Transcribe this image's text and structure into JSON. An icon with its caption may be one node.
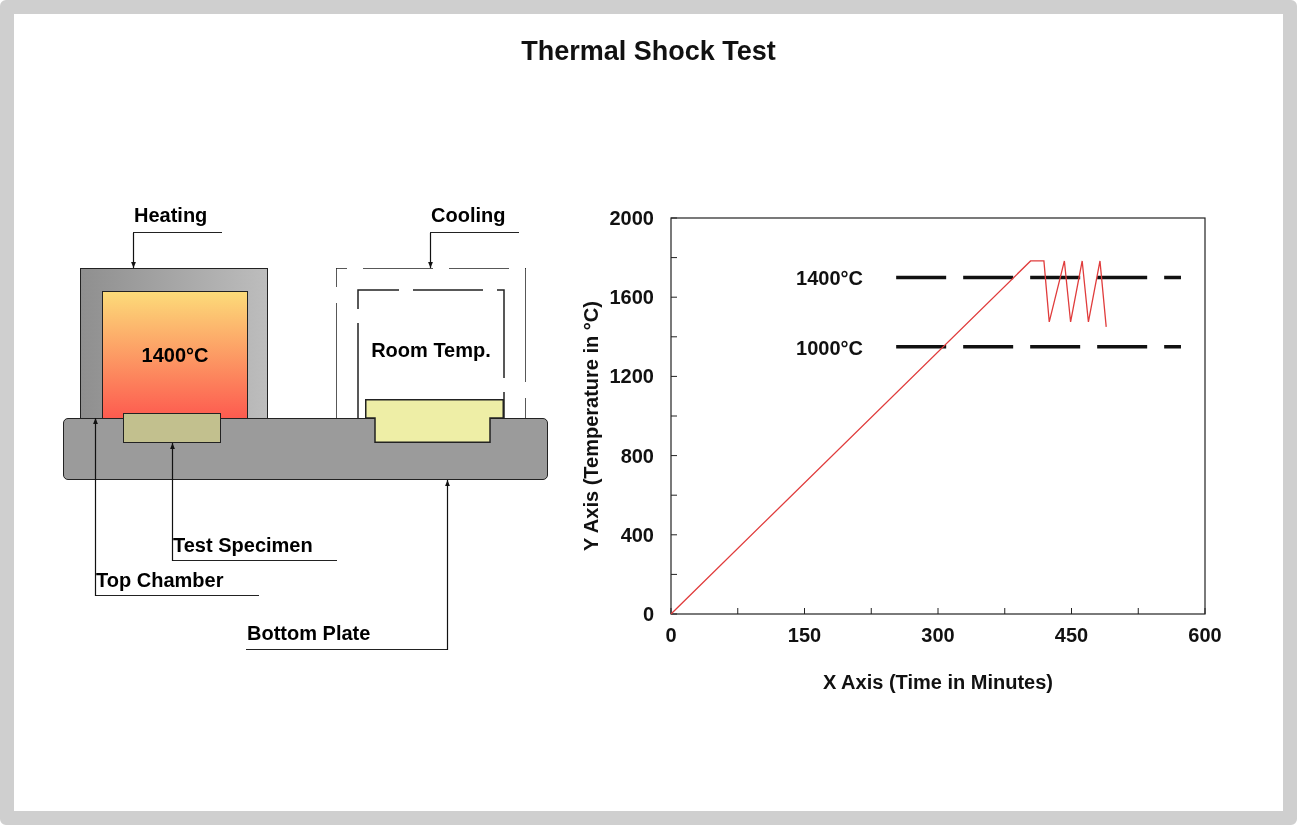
{
  "diagram": {
    "title": "Thermal Shock Test",
    "nodes": [
      {
        "text": [
          "Heating"
        ]
      },
      {
        "text": [
          "Cooling"
        ]
      },
      {
        "text": [],
        "shape": "box"
      },
      {
        "text": [
          "1400°C"
        ],
        "in": 2
      },
      {
        "text": [],
        "shape": "box"
      },
      {
        "text": [
          "Room Temp."
        ],
        "in": 4
      },
      {
        "text": [],
        "shape": "bar"
      },
      {
        "text": [],
        "shape": "box"
      },
      {
        "text": [],
        "shape": "box"
      },
      {
        "text": [
          "Test Specimen"
        ]
      },
      {
        "text": [
          "Top Chamber"
        ]
      },
      {
        "text": [
          "Bottom Plate"
        ]
      }
    ],
    "edges": [
      {
        "from": 0,
        "to": 2,
        "arrow": "to"
      },
      {
        "from": 1,
        "to": 4,
        "arrow": "to"
      },
      {
        "from": 9,
        "to": 7,
        "arrow": "to"
      },
      {
        "from": 10,
        "to": 2,
        "arrow": "to"
      },
      {
        "from": 11,
        "to": 6,
        "arrow": "to"
      }
    ],
    "chart_data": {
      "type": "line",
      "xlabel": "X Axis (Time in Minutes)",
      "ylabel": "Y Axis (Temperature in °C)",
      "x": [
        0,
        404,
        419,
        425,
        442,
        449,
        462,
        469,
        482,
        489
      ],
      "series": [
        {
          "color": "#e03c3c",
          "values": [
            0,
            1783,
            1783,
            1475,
            1783,
            1475,
            1783,
            1475,
            1783,
            1450
          ]
        }
      ],
      "xlim": [
        0,
        600
      ],
      "ylim": [
        0,
        2000
      ],
      "xticks": [
        0,
        150,
        300,
        450,
        600
      ],
      "yticks": [
        0,
        400,
        800,
        1200,
        1600,
        2000
      ],
      "ref_lines": [
        {
          "axis": "y",
          "value": 1700,
          "label": "1400°C"
        },
        {
          "axis": "y",
          "value": 1350,
          "label": "1000°C"
        }
      ]
    }
  }
}
